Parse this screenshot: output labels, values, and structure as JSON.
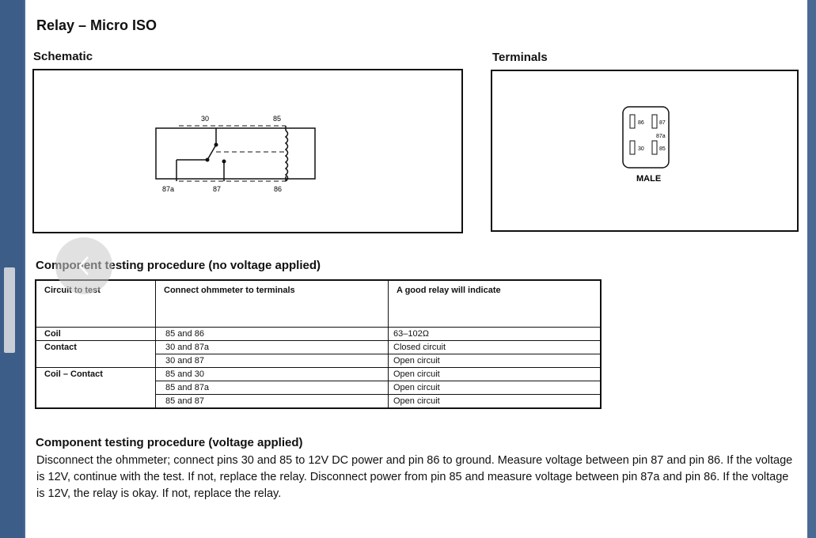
{
  "document": {
    "title": "Relay – Micro ISO",
    "schematic_heading": "Schematic",
    "terminals_heading": "Terminals",
    "schematic": {
      "labels": [
        "30",
        "85",
        "87a",
        "87",
        "86"
      ]
    },
    "terminals": {
      "pins": [
        "86",
        "87",
        "87a",
        "30",
        "85"
      ],
      "caption": "MALE"
    },
    "testing_no_voltage": {
      "heading": "Component testing procedure (no voltage applied)",
      "columns": [
        "Circuit to test",
        "Connect ohmmeter to terminals",
        "A good relay will indicate"
      ],
      "rows": [
        {
          "circuit": "Coil",
          "terminals": "85 and 86",
          "result": "63–102Ω"
        },
        {
          "circuit": "Contact",
          "terminals": "30 and 87a",
          "result": "Closed circuit"
        },
        {
          "circuit": "",
          "terminals": "30 and 87",
          "result": "Open circuit"
        },
        {
          "circuit": "Coil – Contact",
          "terminals": "85 and 30",
          "result": "Open circuit"
        },
        {
          "circuit": "",
          "terminals": "85 and 87a",
          "result": "Open circuit"
        },
        {
          "circuit": "",
          "terminals": "85 and 87",
          "result": "Open circuit"
        }
      ]
    },
    "testing_voltage": {
      "heading": "Component testing procedure (voltage applied)",
      "text": "Disconnect the ohmmeter; connect pins 30 and 85 to 12V DC power and pin 86 to ground. Measure voltage between pin 87 and pin 86. If the voltage is 12V, continue with the test. If not, replace the relay. Disconnect power from pin 85 and measure voltage between pin 87a and pin 86. If the voltage is 12V, the relay is okay. If not, replace the relay."
    }
  },
  "icons": {
    "back": "chevron-left-icon"
  }
}
